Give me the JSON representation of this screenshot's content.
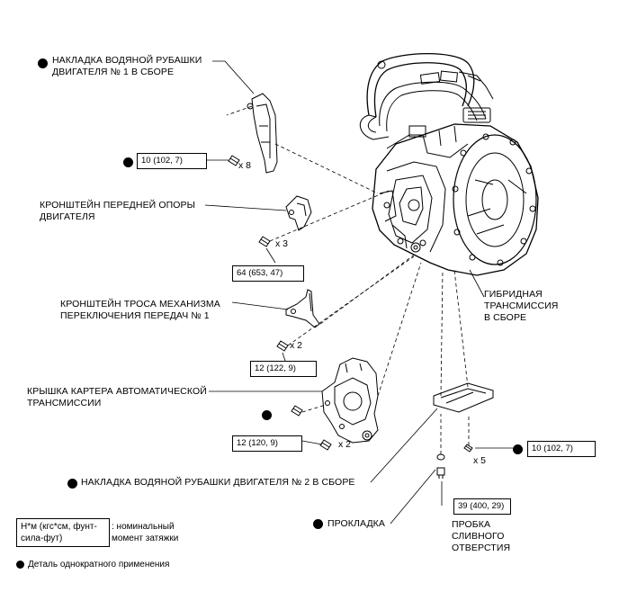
{
  "labels": {
    "cover_1": "НАКЛАДКА ВОДЯНОЙ РУБАШКИ\nДВИГАТЕЛЯ № 1 В СБОРЕ",
    "bracket_mount": "КРОНШТЕЙН ПЕРЕДНЕЙ ОПОРЫ\nДВИГАТЕЛЯ",
    "bracket_cable": "КРОНШТЕЙН ТРОСА МЕХАНИЗМА\nПЕРЕКЛЮЧЕНИЯ ПЕРЕДАЧ № 1",
    "oil_pan_cover": "КРЫШКА КАРТЕРА АВТОМАТИЧЕСКОЙ\nТРАНСМИССИИ",
    "transmission": "ГИБРИДНАЯ\nТРАНСМИССИЯ\nВ СБОРЕ",
    "cover_2": "НАКЛАДКА ВОДЯНОЙ РУБАШКИ ДВИГАТЕЛЯ № 2 В СБОРЕ",
    "gasket": "ПРОКЛАДКА",
    "drain_plug": "ПРОБКА\nСЛИВНОГО\nОТВЕРСТИЯ"
  },
  "torques": {
    "t1": "10 (102, 7)",
    "t2": "64 (653, 47)",
    "t3": "12 (122, 9)",
    "t4": "12 (120, 9)",
    "t5": "10 (102, 7)",
    "t6": "39 (400, 29)"
  },
  "quantities": {
    "q1": "x 8",
    "q2": "x 3",
    "q3": "x 2",
    "q4": "x 2",
    "q5": "x 5"
  },
  "legend": {
    "unit_box": "Н*м (кгс*см, фунт-\nсила-фут)",
    "unit_desc": ": номинальный\nмомент затяжки",
    "single_use": "Деталь однократного применения"
  }
}
